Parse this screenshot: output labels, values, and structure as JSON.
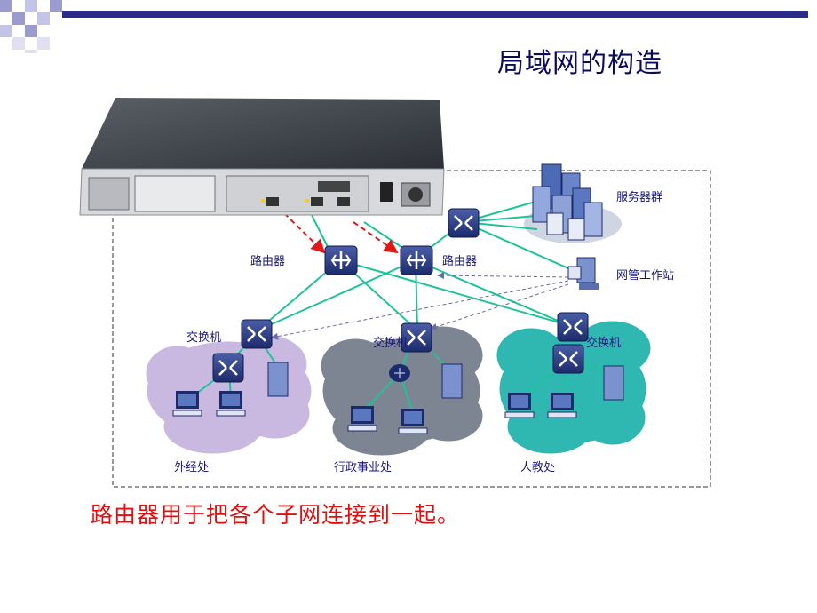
{
  "slide": {
    "title": "局域网的构造",
    "caption": "路由器用于把各个子网连接到一起。"
  },
  "diagram": {
    "labels": {
      "router_left": "路由器",
      "router_right": "路由器",
      "server_farm": "服务器群",
      "mgmt_station": "网管工作站",
      "switch_left": "交换机",
      "switch_middle": "交换机",
      "switch_right": "交换机",
      "dept_left": "外经处",
      "dept_middle": "行政事业处",
      "dept_right": "人教处"
    },
    "colors": {
      "link_green": "#1fc39a",
      "link_red_dashed": "#e01818",
      "link_mgmt_dashed": "#6b6ba6",
      "cloud_left": "#c9b9e0",
      "cloud_middle": "#7d8593",
      "cloud_right": "#2fb7b2"
    }
  }
}
